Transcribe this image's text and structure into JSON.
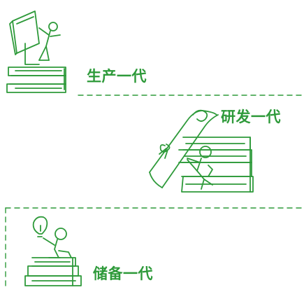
{
  "stages": [
    {
      "label": "生产一代",
      "illustration": "person-raising-book-icon"
    },
    {
      "label": "研发一代",
      "illustration": "person-pushing-scroll-icon"
    },
    {
      "label": "储备一代",
      "illustration": "person-with-lightbulb-icon"
    }
  ],
  "colors": {
    "accent": "#2e9a3a",
    "background": "#ffffff"
  }
}
